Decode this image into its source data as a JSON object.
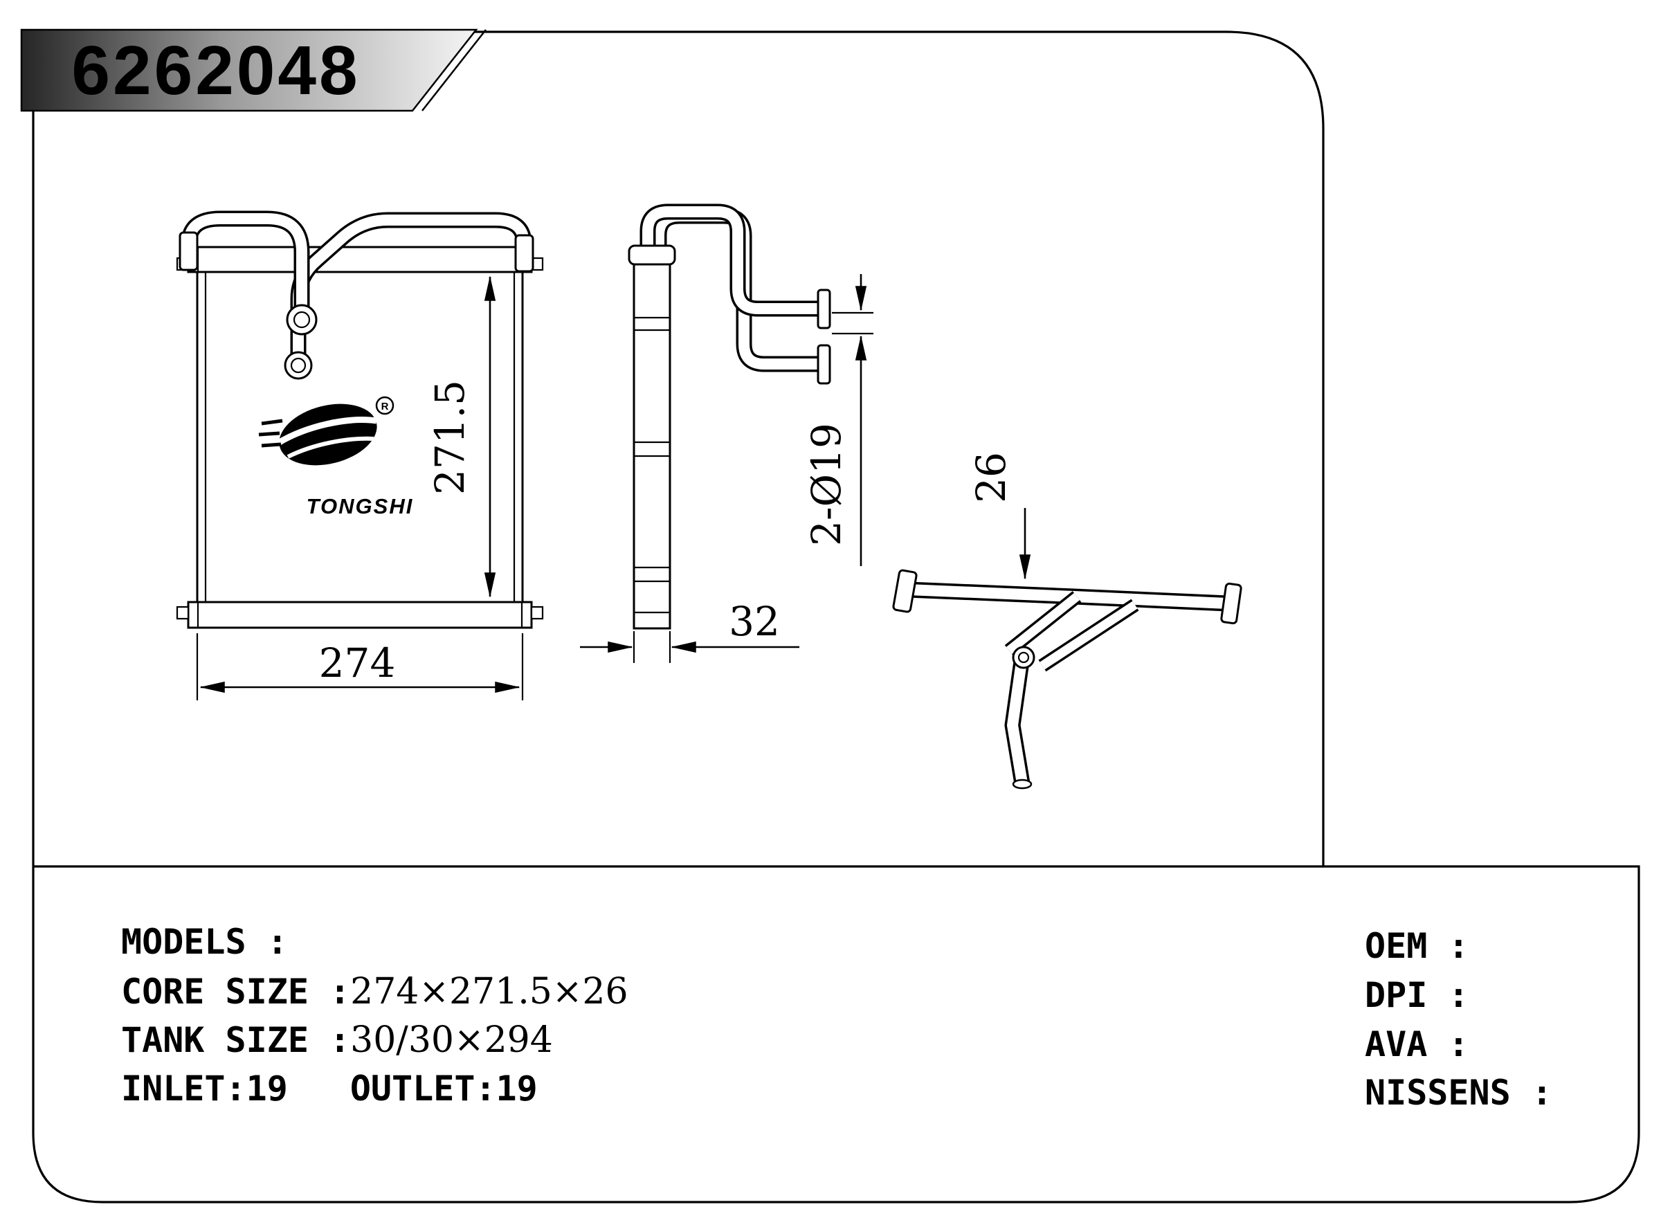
{
  "banner": {
    "part_number": "6262048"
  },
  "logo": {
    "brand": "TONGSHI",
    "registered_mark": "R"
  },
  "dimensions": {
    "core_height": "271.5",
    "core_width": "274",
    "tank_depth": "32",
    "port_diameter": "2-Ø19",
    "pipe_offset": "26"
  },
  "specs": {
    "left": {
      "models_label": "MODELS :",
      "core_size_label": "CORE SIZE :",
      "core_size_value": "274×271.5×26",
      "tank_size_label": "TANK SIZE :",
      "tank_size_value": "30/30×294",
      "inlet_label": "INLET:19",
      "outlet_label": "OUTLET:19"
    },
    "right": {
      "oem_label": "OEM :",
      "dpi_label": "DPI :",
      "ava_label": "AVA :",
      "nissens_label": "NISSENS :"
    }
  }
}
